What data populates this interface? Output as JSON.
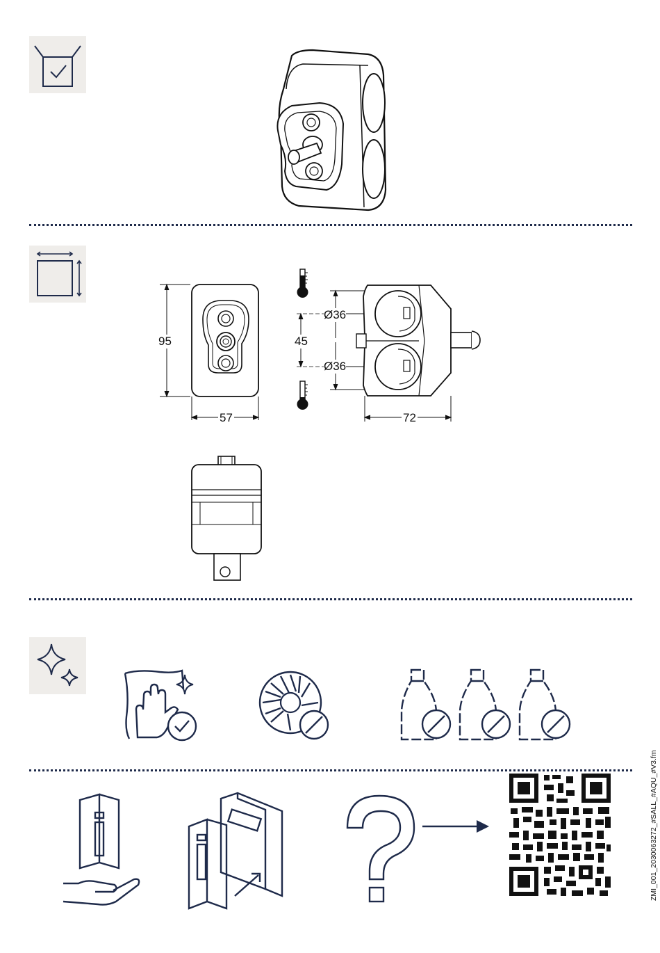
{
  "dimensions": {
    "height": "95",
    "width_front": "57",
    "center_distance": "45",
    "diameter_upper": "Ø36",
    "diameter_lower": "Ø36",
    "width_side": "72"
  },
  "footer": {
    "document_code": "ZMI_001_2030063272_#SALL_#AQU_#V3.fm"
  },
  "icons": {
    "scope": "box-check-icon",
    "dimensions": "dimension-square-icon",
    "care": "sparkle-icon",
    "temp_hot": "thermometer-hot-icon",
    "temp_cold": "thermometer-cold-icon"
  },
  "colors": {
    "navy": "#1e2a4a",
    "panel": "#efedea"
  }
}
